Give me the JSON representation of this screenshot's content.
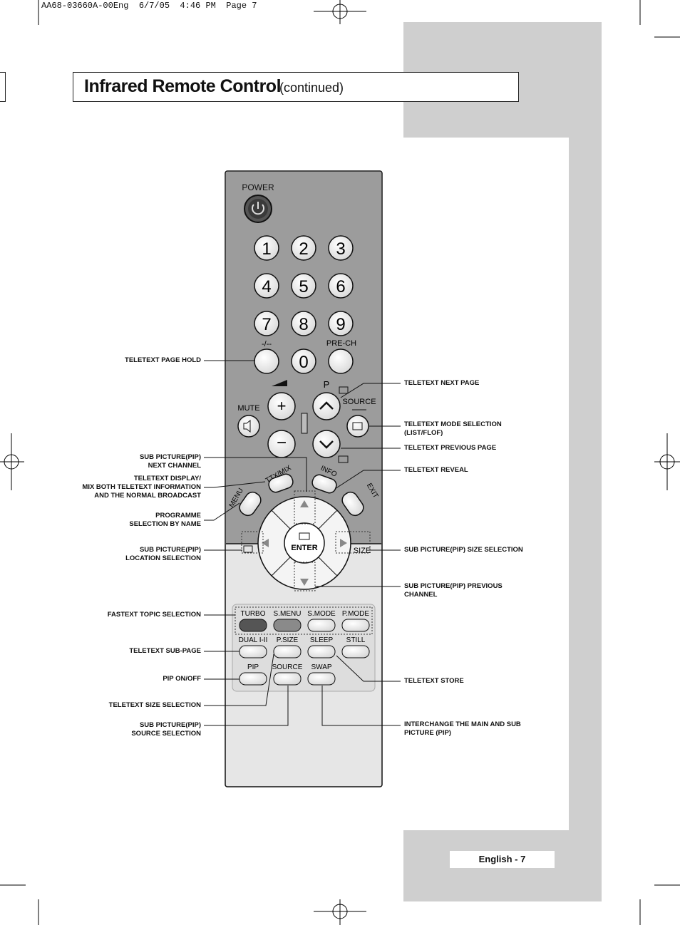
{
  "print_header": "AA68-03660A-00Eng  6/7/05  4:46 PM  Page 7",
  "title": {
    "main": "Infrared Remote Control",
    "sub": "(continued)"
  },
  "footer": {
    "page_label": "English - 7"
  },
  "remote": {
    "power": "POWER",
    "digits": [
      "1",
      "2",
      "3",
      "4",
      "5",
      "6",
      "7",
      "8",
      "9",
      "0"
    ],
    "dash_label": "-/--",
    "prech_label": "PRE-CH",
    "mute": "MUTE",
    "p_label": "P",
    "source": "SOURCE",
    "ttx_mix": "TTX/MIX",
    "info": "INFO",
    "menu": "MENU",
    "exit": "EXIT",
    "enter": "ENTER",
    "size": "SIZE",
    "row1": [
      "TURBO",
      "S.MENU",
      "S.MODE",
      "P.MODE"
    ],
    "row2": [
      "DUAL I-II",
      "P.SIZE",
      "SLEEP",
      "STILL"
    ],
    "row3": [
      "PIP",
      "SOURCE",
      "SWAP"
    ]
  },
  "labels_left": [
    {
      "id": "teletext-page-hold",
      "lines": [
        "TELETEXT PAGE HOLD"
      ]
    },
    {
      "id": "sub-picture-next-channel",
      "lines": [
        "SUB PICTURE(PIP)",
        "NEXT CHANNEL"
      ]
    },
    {
      "id": "teletext-display",
      "lines": [
        "TELETEXT DISPLAY/",
        "MIX BOTH TELETEXT INFORMATION",
        "AND THE NORMAL BROADCAST"
      ]
    },
    {
      "id": "programme-selection",
      "lines": [
        "PROGRAMME",
        "SELECTION BY NAME"
      ]
    },
    {
      "id": "pip-location",
      "lines": [
        "SUB PICTURE(PIP)",
        "LOCATION SELECTION"
      ]
    },
    {
      "id": "fastext-topic",
      "lines": [
        "FASTEXT TOPIC SELECTION"
      ]
    },
    {
      "id": "teletext-sub-page",
      "lines": [
        "TELETEXT SUB-PAGE"
      ]
    },
    {
      "id": "pip-onoff",
      "lines": [
        "PIP ON/OFF"
      ]
    },
    {
      "id": "teletext-size",
      "lines": [
        "TELETEXT SIZE SELECTION"
      ]
    },
    {
      "id": "pip-source",
      "lines": [
        "SUB PICTURE(PIP)",
        "SOURCE SELECTION"
      ]
    }
  ],
  "labels_right": [
    {
      "id": "teletext-next-page",
      "lines": [
        "TELETEXT NEXT PAGE"
      ]
    },
    {
      "id": "teletext-mode",
      "lines": [
        "TELETEXT MODE SELECTION",
        "(LIST/FLOF)"
      ]
    },
    {
      "id": "teletext-previous-page",
      "lines": [
        "TELETEXT PREVIOUS PAGE"
      ]
    },
    {
      "id": "teletext-reveal",
      "lines": [
        "TELETEXT REVEAL"
      ]
    },
    {
      "id": "pip-size",
      "lines": [
        "SUB PICTURE(PIP) SIZE SELECTION"
      ]
    },
    {
      "id": "pip-previous-channel",
      "lines": [
        "SUB PICTURE(PIP) PREVIOUS",
        "CHANNEL"
      ]
    },
    {
      "id": "teletext-store",
      "lines": [
        "TELETEXT STORE"
      ]
    },
    {
      "id": "interchange",
      "lines": [
        "INTERCHANGE THE MAIN AND SUB",
        "PICTURE (PIP)"
      ]
    }
  ]
}
